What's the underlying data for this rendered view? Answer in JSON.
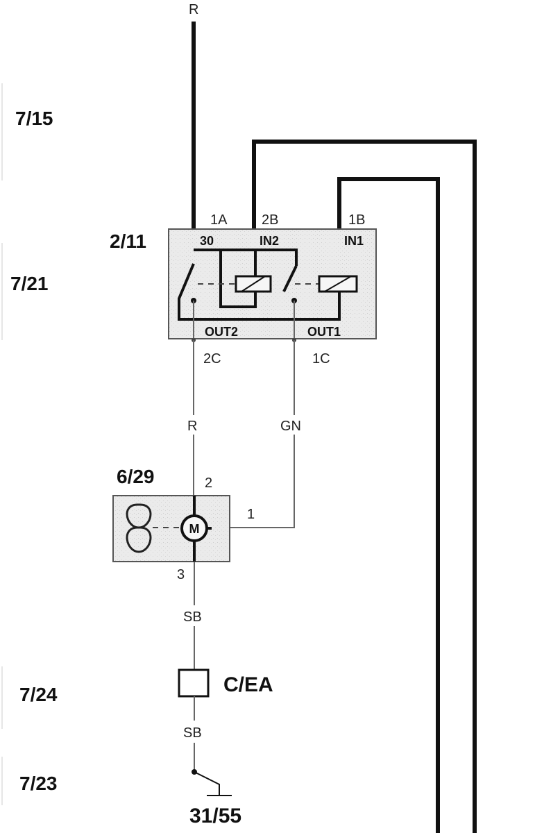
{
  "row_labels": [
    "7/15",
    "7/21",
    "7/24",
    "7/23"
  ],
  "top_wire_color": "R",
  "relay": {
    "id": "2/11",
    "pins_top": [
      "1A",
      "2B",
      "1B"
    ],
    "pin_names_top": [
      "30",
      "IN2",
      "IN1"
    ],
    "pin_names_bottom": [
      "OUT2",
      "OUT1"
    ],
    "pins_bottom": [
      "2C",
      "1C"
    ]
  },
  "wire_colors": [
    "R",
    "GN",
    "SB",
    "SB"
  ],
  "motor": {
    "id": "6/29",
    "symbol": "M",
    "pins": [
      "2",
      "1",
      "3"
    ]
  },
  "connector": "C/EA",
  "ground": "31/55"
}
